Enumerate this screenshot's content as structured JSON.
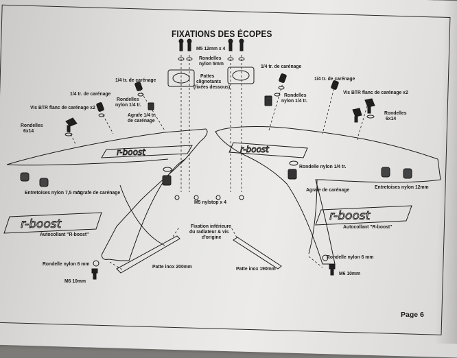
{
  "document": {
    "title": "FIXATIONS DES ÉCOPES",
    "page": "Page 6"
  },
  "labels": {
    "m5_12mm": "M5 12mm x 4",
    "rondelles_nylon_5mm_1": "Rondelles",
    "rondelles_nylon_5mm_2": "nylon 5mm",
    "pattes_1": "Pattes",
    "pattes_2": "clignotants",
    "pattes_3": "(fixées dessous)",
    "quart_tour_left_top": "1/4 tr. de carénage",
    "quart_tour_left_mid": "1/4 tr. de carénage",
    "rondelles_nylon_quart_left_1": "Rondelles",
    "rondelles_nylon_quart_left_2": "nylon 1/4 tr.",
    "vis_btr_left": "Vis BTR flanc de carénage x2",
    "agrafe_quart_1": "Agrafe 1/4 tr.",
    "agrafe_quart_2": "de carénage",
    "rondelles_6x14_left_1": "Rondelles",
    "rondelles_6x14_left_2": "6x14",
    "entretoises_left": "Entretoises nylon 7,5 mm",
    "agrafe_carenage_left": "Agrafe de carénage",
    "autocollant_left": "Autocollant \"R-boost\"",
    "m5_nylstop": "M5 nylstop x 4",
    "fixation_inf_1": "Fixation inférieure",
    "fixation_inf_2": "du radiateur & vis",
    "fixation_inf_3": "d'origine",
    "rondelle_m6_left": "Rondelle nylon 6 mm",
    "m6_left": "M6 10mm",
    "patte_200": "Patte inox 200mm",
    "patte_190": "Patte inox 190mm",
    "rondelle_m6_right": "Rondelle nylon 6 mm",
    "m6_right": "M6 10mm",
    "quart_tour_right_top": "1/4 tr. de carénage",
    "rondelles_nylon_quart_right_1": "Rondelles",
    "rondelles_nylon_quart_right_2": "nylon 1/4 tr.",
    "quart_tour_right_mid": "1/4 tr. de carénage",
    "vis_btr_right": "Vis BTR flanc de carénage x2",
    "rondelles_6x14_right_1": "Rondelles",
    "rondelles_6x14_right_2": "6x14",
    "rondelle_nylon_quart_right": "Rondelle nylon 1/4 tr.",
    "agrafe_carenage_right": "Agrafe de carénage",
    "entretoises_right": "Entretoises nylon 12mm",
    "autocollant_right": "Autocollant \"R-boost\""
  },
  "logos": {
    "left_panel": "r-boost",
    "right_panel": "r-boost",
    "left_sticker": "r-boost",
    "right_sticker": "r-boost"
  },
  "colors": {
    "ink": "#1a1a1a",
    "paper": "#e6e5e3",
    "background": "#7d7b78"
  }
}
